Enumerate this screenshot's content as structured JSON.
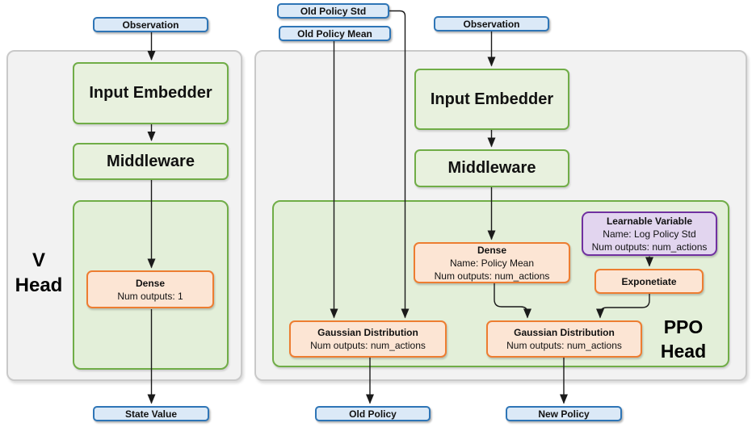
{
  "inputs": {
    "observation_left": "Observation",
    "old_policy_std": "Old Policy Std",
    "old_policy_mean": "Old Policy Mean",
    "observation_right": "Observation"
  },
  "outputs": {
    "state_value": "State Value",
    "old_policy": "Old Policy",
    "new_policy": "New Policy"
  },
  "v_head": {
    "label_line1": "V",
    "label_line2": "Head",
    "input_embedder": "Input Embedder",
    "middleware": "Middleware",
    "dense": {
      "title": "Dense",
      "line1": "Num outputs: 1"
    }
  },
  "ppo_head": {
    "label_line1": "PPO",
    "label_line2": "Head",
    "input_embedder": "Input Embedder",
    "middleware": "Middleware",
    "dense_policy_mean": {
      "title": "Dense",
      "line1": "Name: Policy Mean",
      "line2": "Num outputs: num_actions"
    },
    "learnable_variable": {
      "title": "Learnable Variable",
      "line1": "Name: Log Policy Std",
      "line2": "Num outputs: num_actions"
    },
    "exponetiate": "Exponetiate",
    "gaussian_old": {
      "title": "Gaussian Distribution",
      "line1": "Num outputs: num_actions"
    },
    "gaussian_new": {
      "title": "Gaussian Distribution",
      "line1": "Num outputs: num_actions"
    }
  },
  "colors": {
    "io_fill": "#dbe9f7",
    "io_border": "#2e75b6",
    "green_fill": "#e8f1de",
    "green_border": "#70ad47",
    "container_fill": "#e3efd9",
    "orange_fill": "#fce5d4",
    "orange_border": "#ed7d31",
    "purple_fill": "#e2d5ef",
    "purple_border": "#7030a0",
    "panel_fill": "#f2f2f2",
    "panel_border": "#c9c9c9",
    "wire": "#1a1a1a"
  }
}
